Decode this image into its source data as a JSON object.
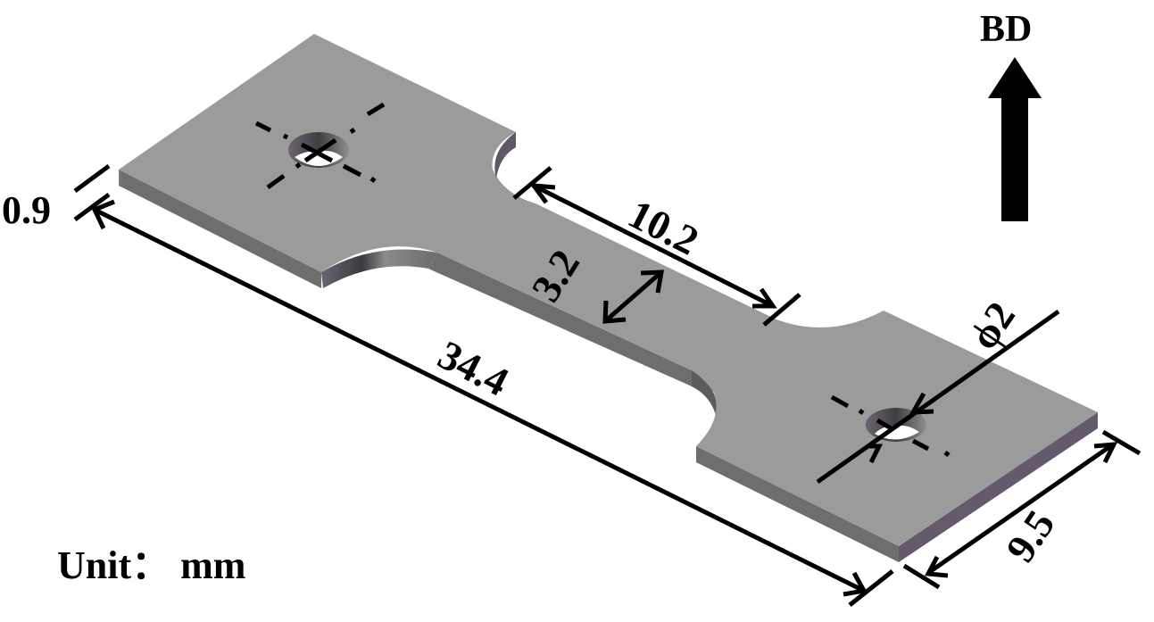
{
  "figure": {
    "type": "engineering_drawing",
    "subject": "dog-bone tensile specimen (isometric view)",
    "colors": {
      "top_face": "#9b9b9b",
      "front_face": "#6e6e6e",
      "end_face": "#655a6c",
      "line": "#000000",
      "background": "#ffffff"
    }
  },
  "build_direction": {
    "label": "BD",
    "arrow": "up-arrow"
  },
  "dimensions": {
    "thickness": "0.9",
    "total_length": "34.4",
    "gauge_length": "10.2",
    "gauge_width": "3.2",
    "hole_diameter": "ϕ2",
    "grip_width": "9.5"
  },
  "unit": {
    "label": "Unit： mm"
  }
}
